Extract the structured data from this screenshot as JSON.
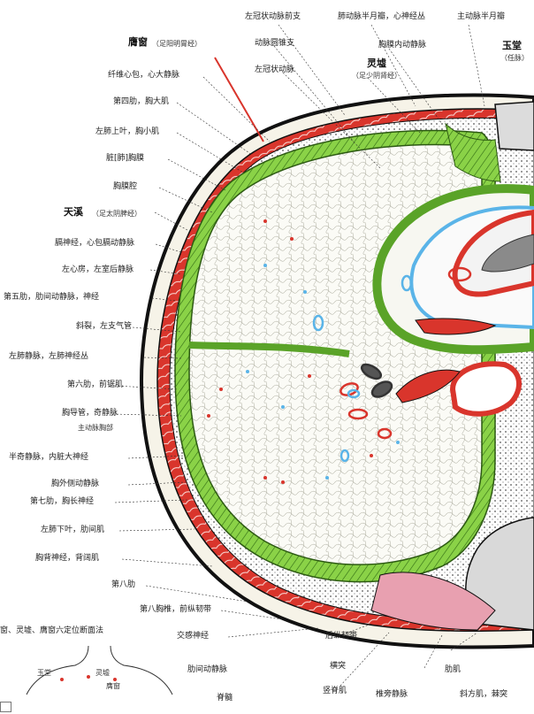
{
  "labels": {
    "top_0": "左冠状动脉前支",
    "top_1": "肺动脉半月瓣，心神经丛",
    "top_2": "主动脉半月瓣",
    "top_3": "动脉圆锥支",
    "top_4": "胸膜内动静脉",
    "top_5": "左冠状动脉",
    "acup_wuyi": "膺窗",
    "acup_wuyi_sub": "（足阳明胃经）",
    "acup_lingxu": "灵墟",
    "acup_lingxu_sub": "（足少阴肾经）",
    "acup_yutang": "玉堂",
    "acup_yutang_sub": "（任脉）",
    "acup_tianxi": "天溪",
    "acup_tianxi_sub": "（足太阴脾经）",
    "left_0": "纤维心包，心大静脉",
    "left_1": "第四肋，胸大肌",
    "left_2": "左肺上叶，胸小肌",
    "left_3": "脏[肺]胸膜",
    "left_4": "胸膜腔",
    "left_5": "膈神经，心包膈动静脉",
    "left_6": "左心房，左室后静脉",
    "left_7": "第五肋，肋间动静脉，神经",
    "left_8": "斜裂，左支气管",
    "left_9": "左肺静脉，左肺神经丛",
    "left_10": "第六肋，前锯肌",
    "left_11": "胸导管，奇静脉",
    "left_12": "主动脉胸部",
    "left_13": "半奇静脉，内脏大神经",
    "left_14": "胸外侧动静脉",
    "left_15": "第七肋，胸长神经",
    "left_16": "左肺下叶，肋间肌",
    "left_17": "胸背神经，背阔肌",
    "left_18": "第八肋",
    "bottom_0": "第八胸椎，前纵韧带",
    "bottom_1": "窗、灵墟、膺窗六定位断面法",
    "bottom_2": "交感神经",
    "bottom_3": "后纵韧带",
    "bottom_4": "肋间动静脉",
    "bottom_5": "横突",
    "bottom_6": "竖脊肌",
    "bottom_7": "脊髓",
    "bottom_8": "椎旁静脉",
    "bottom_9": "斜方肌，棘突",
    "bottom_10": "肋肌",
    "inset_0": "玉堂",
    "inset_1": "灵墟",
    "inset_2": "膺窗"
  },
  "colors": {
    "pleura_green": "#7fd13b",
    "muscle_red": "#d9352c",
    "vein_blue": "#5ab4e8",
    "tissue_pink": "#e8a0b0",
    "outline_black": "#111111"
  }
}
